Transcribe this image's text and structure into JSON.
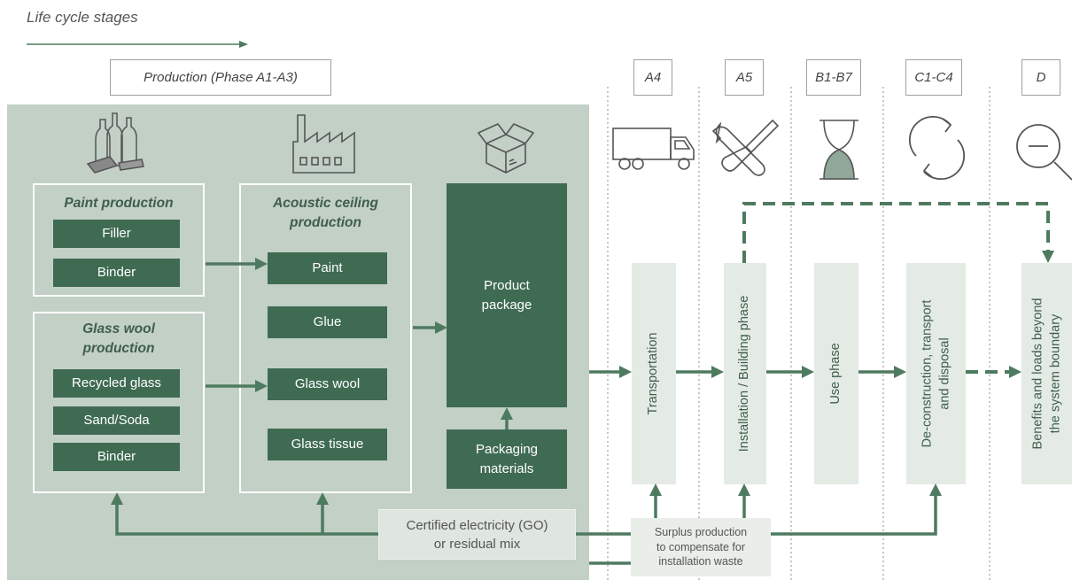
{
  "title": "Life cycle stages",
  "production_label": "Production (Phase A1-A3)",
  "paint": {
    "title": "Paint production",
    "items": [
      "Filler",
      "Binder"
    ]
  },
  "glasswool": {
    "title_line1": "Glass wool",
    "title_line2": "production",
    "items": [
      "Recycled glass",
      "Sand/Soda",
      "Binder"
    ]
  },
  "acoustic": {
    "title_line1": "Acoustic ceiling",
    "title_line2": "production",
    "items": [
      "Paint",
      "Glue",
      "Glass wool",
      "Glass tissue"
    ]
  },
  "package": {
    "line1": "Product",
    "line2": "package"
  },
  "packaging": {
    "line1": "Packaging",
    "line2": "materials"
  },
  "electricity": {
    "line1": "Certified electricity (GO)",
    "line2": "or residual mix"
  },
  "surplus": {
    "line1": "Surplus production",
    "line2": "to compensate for",
    "line3": "installation waste"
  },
  "stages": {
    "a4": {
      "label": "A4",
      "text": "Transportation"
    },
    "a5": {
      "label": "A5",
      "text": "Installation / Building phase"
    },
    "b": {
      "label": "B1-B7",
      "text": "Use phase"
    },
    "c": {
      "label": "C1-C4",
      "line1": "De-construction, transport",
      "line2": "and disposal"
    },
    "d": {
      "label": "D",
      "line1": "Benefits and loads beyond",
      "line2": "the system boundary"
    }
  },
  "icons": [
    "bottles-icon",
    "factory-icon",
    "box-icon",
    "truck-icon",
    "tools-icon",
    "hourglass-icon",
    "recycle-icon",
    "magnifier-icon"
  ],
  "colors": {
    "dark_green": "#3f6b53",
    "panel": "#c2d0c6",
    "light_stage": "#e4ebe5"
  }
}
